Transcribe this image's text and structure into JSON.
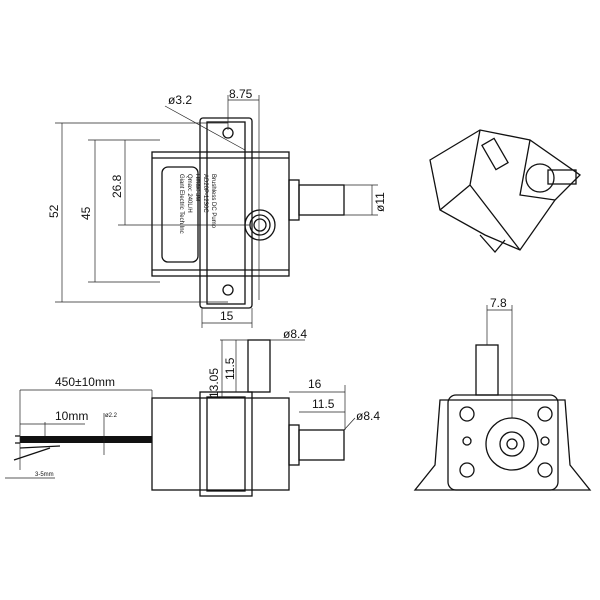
{
  "front_view": {
    "hole_dia": "ø3.2",
    "hole_offset": "8.75",
    "height_total": "52",
    "height_body": "45",
    "height_center": "26.8",
    "outlet_dia": "ø11",
    "mount_width": "15",
    "label_lines": [
      "Brushless DC Pump",
      "AD20P-1230C",
      "Hmax: 3M",
      "Qmax: 240L/H",
      "Giant Electric Tech.Inc"
    ]
  },
  "side_view": {
    "cable_length": "450±10mm",
    "strip_length": "10mm",
    "wire_dia": "ø2.2",
    "strip_gap": "3-5mm",
    "inlet_height": "13.05",
    "inlet_len": "11.5",
    "inlet_dia": "ø8.4",
    "outlet_offset": "16",
    "outlet_len": "11.5",
    "outlet_dia": "ø8.4"
  },
  "end_view": {
    "offset": "7.8"
  }
}
